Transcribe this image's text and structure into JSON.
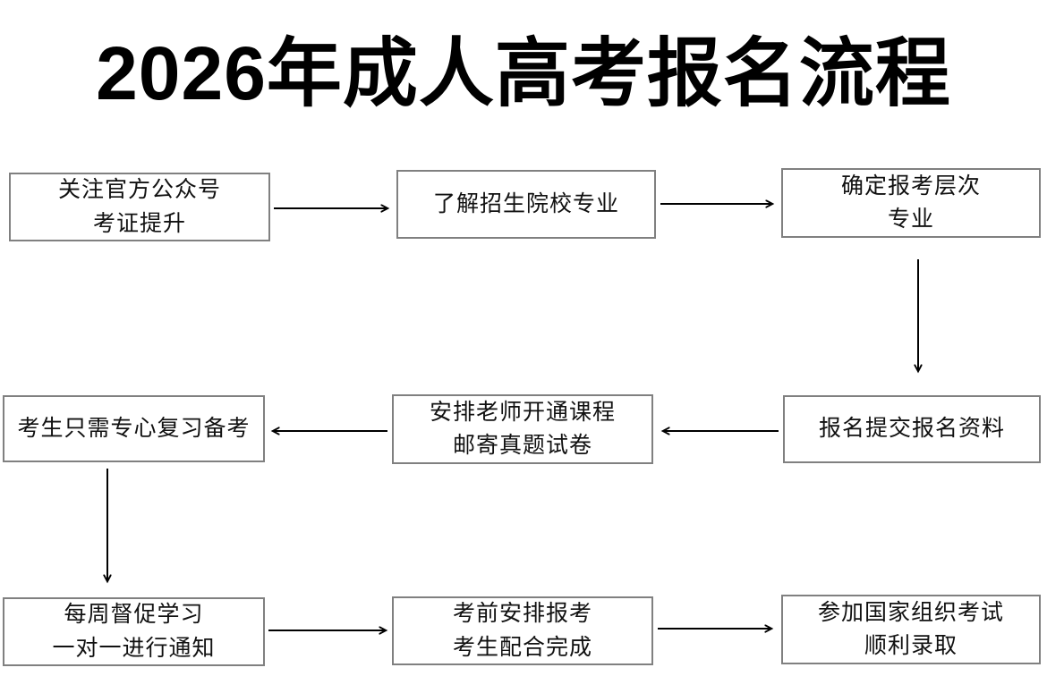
{
  "title": "2026年成人高考报名流程",
  "flowchart": {
    "nodes": [
      {
        "id": "step-1",
        "text": "关注官方公众号\n考证提升"
      },
      {
        "id": "step-2",
        "text": "了解招生院校专业"
      },
      {
        "id": "step-3",
        "text": "确定报考层次\n专业"
      },
      {
        "id": "step-4",
        "text": "报名提交报名资料"
      },
      {
        "id": "step-5",
        "text": "安排老师开通课程\n邮寄真题试卷"
      },
      {
        "id": "step-6",
        "text": "考生只需专心复习备考"
      },
      {
        "id": "step-7",
        "text": "每周督促学习\n一对一进行通知"
      },
      {
        "id": "step-8",
        "text": "考前安排报考\n考生配合完成"
      },
      {
        "id": "step-9",
        "text": "参加国家组织考试\n顺利录取"
      }
    ],
    "edges": [
      {
        "from": "step-1",
        "to": "step-2"
      },
      {
        "from": "step-2",
        "to": "step-3"
      },
      {
        "from": "step-3",
        "to": "step-4"
      },
      {
        "from": "step-4",
        "to": "step-5"
      },
      {
        "from": "step-5",
        "to": "step-6"
      },
      {
        "from": "step-6",
        "to": "step-7"
      },
      {
        "from": "step-7",
        "to": "step-8"
      },
      {
        "from": "step-8",
        "to": "step-9"
      }
    ],
    "colors": {
      "box_border": "#808080",
      "arrow": "#000000",
      "node_text": "#111111",
      "title_text": "#000000",
      "background": "#ffffff"
    }
  }
}
